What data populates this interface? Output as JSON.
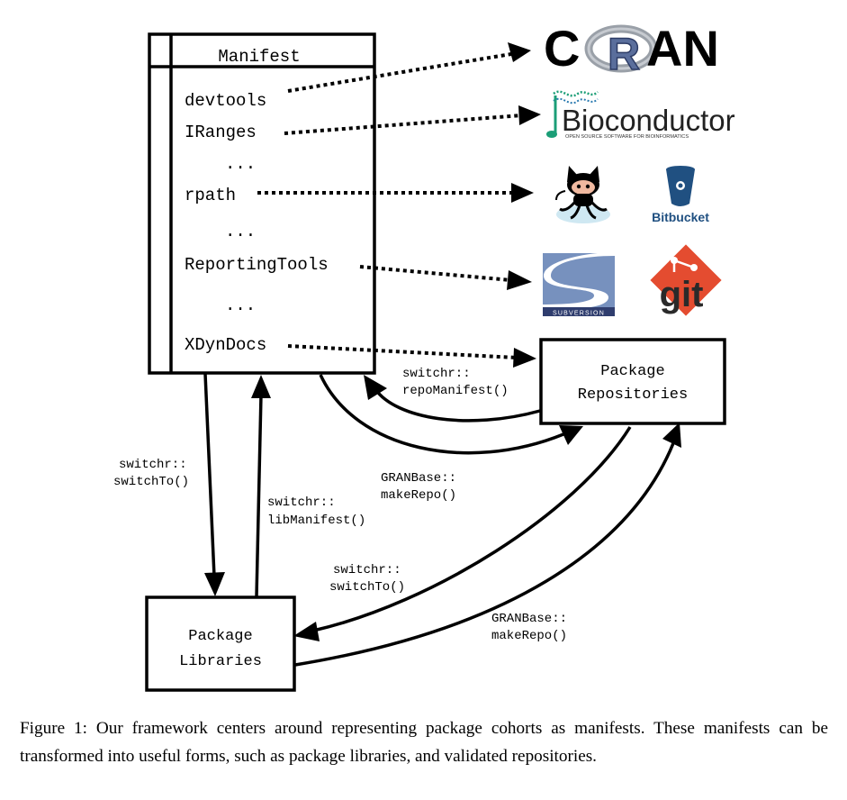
{
  "manifest": {
    "title": "Manifest",
    "entries": [
      "devtools",
      "IRanges",
      "...",
      "rpath",
      "...",
      "ReportingTools",
      "...",
      "XDynDocs"
    ]
  },
  "boxes": {
    "repositories": [
      "Package",
      "Repositories"
    ],
    "libraries": [
      "Package",
      "Libraries"
    ]
  },
  "logos": {
    "cran": "CRAN",
    "bioconductor": {
      "name": "Bioconductor",
      "tagline": "OPEN SOURCE SOFTWARE FOR BIOINFORMATICS"
    },
    "github": "github-octocat",
    "bitbucket": "Bitbucket",
    "subversion": "SUBVERSION",
    "git": "git"
  },
  "edge_labels": {
    "repo_manifest": [
      "switchr::",
      "repoManifest()"
    ],
    "switchto_left": [
      "switchr::",
      "switchTo()"
    ],
    "lib_manifest": [
      "switchr::",
      "libManifest()"
    ],
    "makerepo_top": [
      "GRANBase::",
      "makeRepo()"
    ],
    "switchto_right": [
      "switchr::",
      "switchTo()"
    ],
    "makerepo_bottom": [
      "GRANBase::",
      "makeRepo()"
    ]
  },
  "caption": "Figure 1: Our framework centers around representing package cohorts as manifests. These manifests can be transformed into useful forms, such as package libraries, and validated repositories.",
  "colors": {
    "line": "#000000",
    "bioc_green": "#1b9e77",
    "bioc_blue": "#2a7ab0",
    "bitbucket": "#205081",
    "git_red": "#e44c30",
    "svn_blue": "#7791be",
    "svn_dark": "#2f3d6e",
    "octocat_skin": "#f0b9a0",
    "r_gray": "#9aa0a8"
  }
}
